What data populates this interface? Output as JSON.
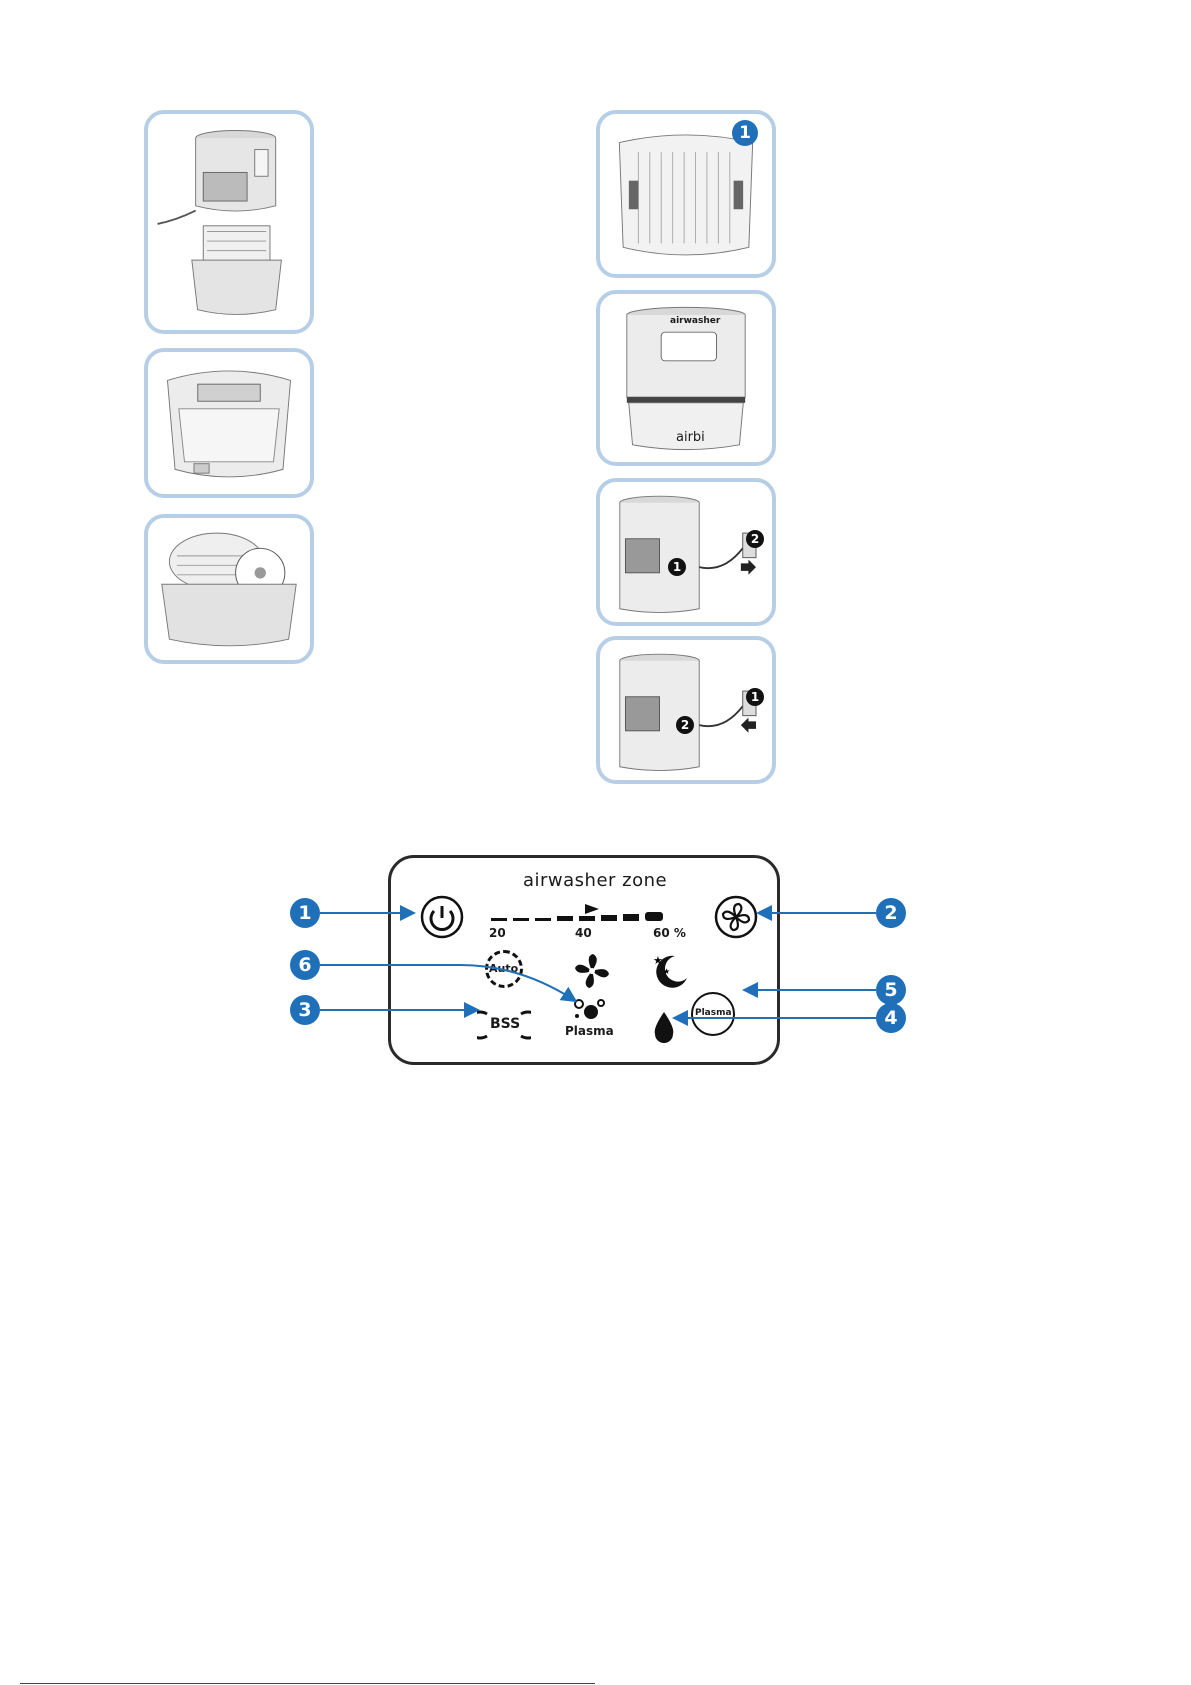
{
  "figures": {
    "left_panels": [
      {
        "name": "unit-disassembled"
      },
      {
        "name": "tray-interior"
      },
      {
        "name": "tray-with-disc-stack"
      }
    ],
    "right_panels": [
      {
        "name": "top-view-disc-stack",
        "callout": "1"
      },
      {
        "name": "front-view-control-panel",
        "brand": "airbi",
        "logo": "airwasher"
      },
      {
        "name": "connect-power-cord",
        "callouts": [
          "1",
          "2"
        ]
      },
      {
        "name": "disconnect-power-cord",
        "callouts": [
          "1",
          "2"
        ]
      }
    ]
  },
  "control_panel": {
    "title": "airwasher zone",
    "scale_labels": [
      "20",
      "40",
      "60 %"
    ],
    "auto_label": "Auto",
    "bss_label": "BSS",
    "plasma_indicator_label": "Plasma",
    "plasma_button_label": "Plasma",
    "callouts": [
      "1",
      "2",
      "3",
      "4",
      "5",
      "6"
    ]
  },
  "colors": {
    "callout": "#1f70b8",
    "panel_border": "#b7cfe6"
  }
}
